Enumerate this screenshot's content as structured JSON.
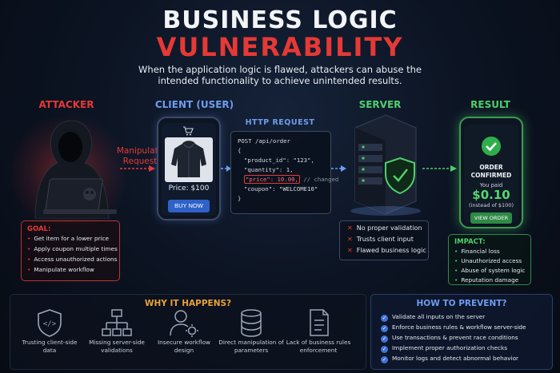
{
  "header": {
    "title_line1": "BUSINESS LOGIC",
    "title_line2": "VULNERABILITY",
    "subtitle": "When the application logic is flawed, attackers can abuse the intended functionality to achieve unintended results."
  },
  "sections": {
    "attacker": "ATTACKER",
    "client": "CLIENT (USER)",
    "server": "SERVER",
    "result": "RESULT"
  },
  "flow": {
    "manipulate_label": "Manipulate Request"
  },
  "client": {
    "price": "Price: $100",
    "buy_button": "BUY NOW"
  },
  "http_request": {
    "label": "HTTP REQUEST",
    "method_line": "POST /api/order",
    "open_brace": "{",
    "product_line": "\"product_id\": \"123\",",
    "quantity_line": "\"quantity\": 1,",
    "price_line": "\"price\": 10.00,",
    "price_comment": "// changed",
    "coupon_line": "\"coupon\": \"WELCOME10\"",
    "close_brace": "}"
  },
  "server_issues": [
    "No proper validation",
    "Trusts client input",
    "Flawed business logic"
  ],
  "result": {
    "order_confirmed": "ORDER CONFIRMED",
    "you_paid": "You paid",
    "amount": "$0.10",
    "instead": "(instead of $100)",
    "view_button": "VIEW ORDER"
  },
  "goal": {
    "title": "GOAL:",
    "items": [
      "Get item for a lower price",
      "Apply coupon multiple times",
      "Access unauthorized actions",
      "Manipulate workflow"
    ]
  },
  "impact": {
    "title": "IMPACT:",
    "items": [
      "Financial loss",
      "Unauthorized access",
      "Abuse of system logic",
      "Reputation damage"
    ]
  },
  "why": {
    "title": "WHY IT HAPPENS?",
    "items": [
      "Trusting client-side data",
      "Missing server-side validations",
      "Insecure workflow design",
      "Direct manipulation of parameters",
      "Lack of business rules enforcement"
    ]
  },
  "prevent": {
    "title": "HOW TO PREVENT?",
    "items": [
      "Validate all inputs on the server",
      "Enforce business rules & workflow server-side",
      "Use transactions & prevent race conditions",
      "Implement proper authorization checks",
      "Monitor logs and detect abnormal behavior"
    ]
  },
  "colors": {
    "red": "#e53935",
    "blue": "#6f9cf0",
    "green": "#4fd06a",
    "orange": "#e8a23a"
  }
}
